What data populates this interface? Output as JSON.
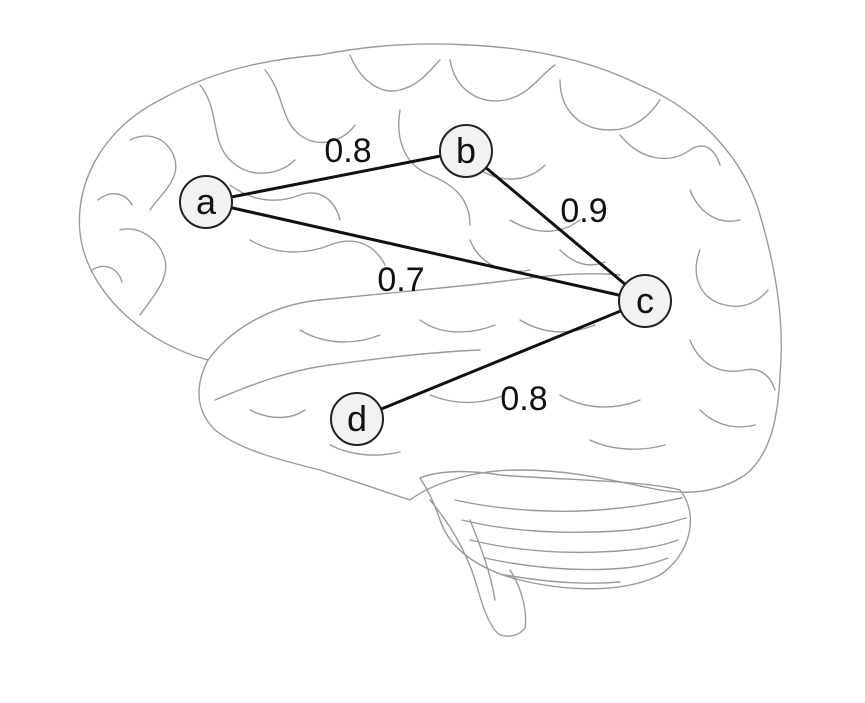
{
  "diagram": {
    "background": "brain-outline-illustration",
    "colors": {
      "edge": "#111111",
      "node_fill": "#f2f2f2",
      "node_stroke": "#222222",
      "brain_line": "#9a9a9a"
    },
    "nodes": [
      {
        "id": "a",
        "label": "a"
      },
      {
        "id": "b",
        "label": "b"
      },
      {
        "id": "c",
        "label": "c"
      },
      {
        "id": "d",
        "label": "d"
      }
    ],
    "edges": [
      {
        "source": "a",
        "target": "b",
        "weight": "0.8"
      },
      {
        "source": "b",
        "target": "c",
        "weight": "0.9"
      },
      {
        "source": "a",
        "target": "c",
        "weight": "0.7"
      },
      {
        "source": "d",
        "target": "c",
        "weight": "0.8"
      }
    ]
  }
}
